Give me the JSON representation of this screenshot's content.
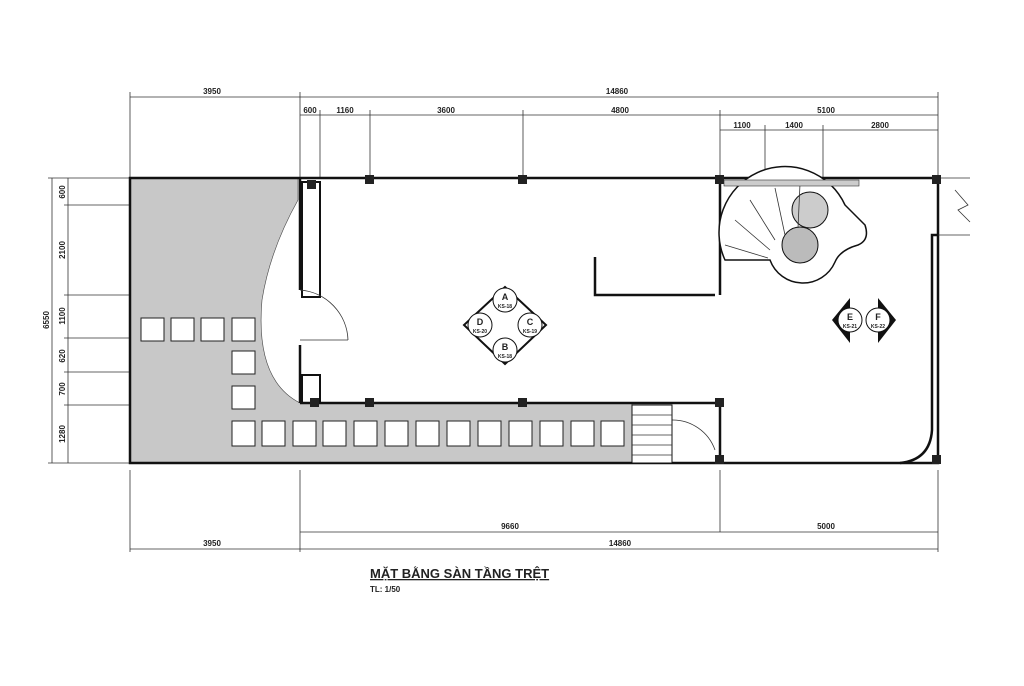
{
  "title": "MẶT BẰNG SÀN TẦNG TRỆT",
  "scale": "TL: 1/50",
  "dimensions": {
    "top_total": [
      "3950",
      "14860"
    ],
    "top_sub": [
      "600",
      "1160",
      "3600",
      "4800",
      "5100"
    ],
    "top_stair": [
      "1100",
      "1400",
      "2800"
    ],
    "left_total": "6550",
    "left_sub": [
      "600",
      "2100",
      "1100",
      "620",
      "700",
      "1280"
    ],
    "bottom_sub": [
      "9660",
      "5000"
    ],
    "bottom_total": [
      "3950",
      "14860"
    ]
  },
  "section_marks": {
    "a": {
      "letter": "A",
      "ref": "KS-18"
    },
    "b": {
      "letter": "B",
      "ref": "KS-18"
    },
    "c": {
      "letter": "C",
      "ref": "KS-19"
    },
    "d": {
      "letter": "D",
      "ref": "KS-20"
    },
    "e": {
      "letter": "E",
      "ref": "KS-21"
    },
    "f": {
      "letter": "F",
      "ref": "KS-22"
    }
  }
}
